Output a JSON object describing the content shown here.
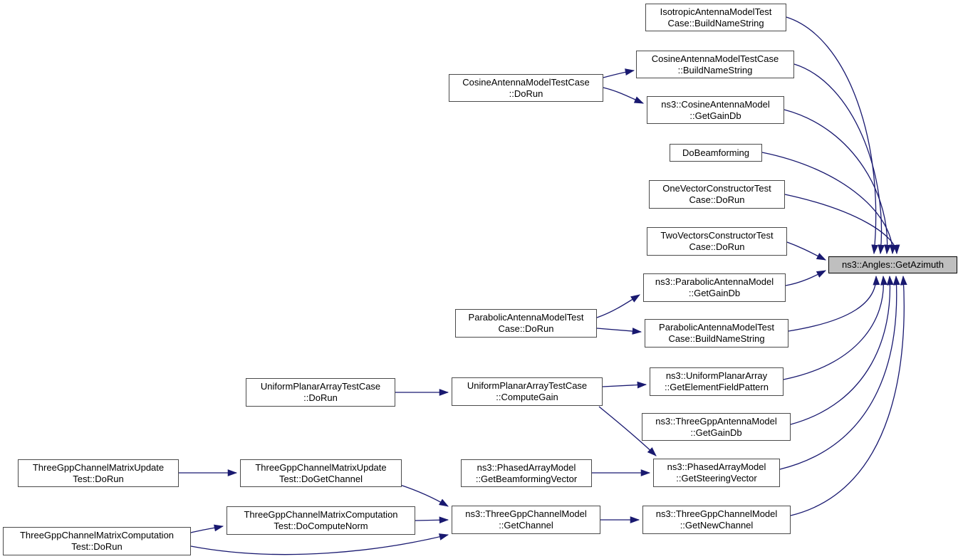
{
  "colors": {
    "background": "#ffffff",
    "edge_color": "#191970",
    "node_fill": "#ffffff",
    "node_border": "#4a4a4a",
    "highlight_fill": "#bfbfbf",
    "text_color": "#000000"
  },
  "graph": {
    "central_function": "ns3::Angles::GetAzimuth",
    "nodes": [
      {
        "id": "isotropic-buildnamestring",
        "label": "IsotropicAntennaModelTestCase::BuildNameString",
        "lines": [
          "IsotropicAntennaModelTest",
          "Case::BuildNameString"
        ]
      },
      {
        "id": "cosine-buildnamestring",
        "label": "CosineAntennaModelTestCase::BuildNameString",
        "lines": [
          "CosineAntennaModelTestCase",
          "::BuildNameString"
        ]
      },
      {
        "id": "cosine-dorun",
        "label": "CosineAntennaModelTestCase::DoRun",
        "lines": [
          "CosineAntennaModelTestCase",
          "::DoRun"
        ]
      },
      {
        "id": "cosine-getgaindb",
        "label": "ns3::CosineAntennaModel::GetGainDb",
        "lines": [
          "ns3::CosineAntennaModel",
          "::GetGainDb"
        ]
      },
      {
        "id": "dobeamforming",
        "label": "DoBeamforming",
        "lines": [
          "DoBeamforming"
        ]
      },
      {
        "id": "onevector-dorun",
        "label": "OneVectorConstructorTestCase::DoRun",
        "lines": [
          "OneVectorConstructorTest",
          "Case::DoRun"
        ]
      },
      {
        "id": "twovectors-dorun",
        "label": "TwoVectorsConstructorTestCase::DoRun",
        "lines": [
          "TwoVectorsConstructorTest",
          "Case::DoRun"
        ]
      },
      {
        "id": "angles-getazimuth",
        "label": "ns3::Angles::GetAzimuth",
        "lines": [
          "ns3::Angles::GetAzimuth"
        ],
        "highlighted": true
      },
      {
        "id": "parabolic-getgaindb",
        "label": "ns3::ParabolicAntennaModel::GetGainDb",
        "lines": [
          "ns3::ParabolicAntennaModel",
          "::GetGainDb"
        ]
      },
      {
        "id": "parabolic-dorun",
        "label": "ParabolicAntennaModelTestCase::DoRun",
        "lines": [
          "ParabolicAntennaModelTest",
          "Case::DoRun"
        ]
      },
      {
        "id": "parabolic-buildnamestring",
        "label": "ParabolicAntennaModelTestCase::BuildNameString",
        "lines": [
          "ParabolicAntennaModelTest",
          "Case::BuildNameString"
        ]
      },
      {
        "id": "upa-getelementfieldpattern",
        "label": "ns3::UniformPlanarArray::GetElementFieldPattern",
        "lines": [
          "ns3::UniformPlanarArray",
          "::GetElementFieldPattern"
        ]
      },
      {
        "id": "upa-dorun",
        "label": "UniformPlanarArrayTestCase::DoRun",
        "lines": [
          "UniformPlanarArrayTestCase",
          "::DoRun"
        ]
      },
      {
        "id": "upa-computegain",
        "label": "UniformPlanarArrayTestCase::ComputeGain",
        "lines": [
          "UniformPlanarArrayTestCase",
          "::ComputeGain"
        ]
      },
      {
        "id": "threegppantenna-getgaindb",
        "label": "ns3::ThreeGppAntennaModel::GetGainDb",
        "lines": [
          "ns3::ThreeGppAntennaModel",
          "::GetGainDb"
        ]
      },
      {
        "id": "matrixupdate-dorun",
        "label": "ThreeGppChannelMatrixUpdateTest::DoRun",
        "lines": [
          "ThreeGppChannelMatrixUpdate",
          "Test::DoRun"
        ]
      },
      {
        "id": "matrixupdate-dogetchannel",
        "label": "ThreeGppChannelMatrixUpdateTest::DoGetChannel",
        "lines": [
          "ThreeGppChannelMatrixUpdate",
          "Test::DoGetChannel"
        ]
      },
      {
        "id": "phasedarray-getbeamformingvector",
        "label": "ns3::PhasedArrayModel::GetBeamformingVector",
        "lines": [
          "ns3::PhasedArrayModel",
          "::GetBeamformingVector"
        ]
      },
      {
        "id": "phasedarray-getsteeringvector",
        "label": "ns3::PhasedArrayModel::GetSteeringVector",
        "lines": [
          "ns3::PhasedArrayModel",
          "::GetSteeringVector"
        ]
      },
      {
        "id": "matrixcomputation-docomputenorm",
        "label": "ThreeGppChannelMatrixComputationTest::DoComputeNorm",
        "lines": [
          "ThreeGppChannelMatrixComputation",
          "Test::DoComputeNorm"
        ]
      },
      {
        "id": "matrixcomputation-dorun",
        "label": "ThreeGppChannelMatrixComputationTest::DoRun",
        "lines": [
          "ThreeGppChannelMatrixComputation",
          "Test::DoRun"
        ]
      },
      {
        "id": "threegppchannel-getchannel",
        "label": "ns3::ThreeGppChannelModel::GetChannel",
        "lines": [
          "ns3::ThreeGppChannelModel",
          "::GetChannel"
        ]
      },
      {
        "id": "threegppchannel-getnewchannel",
        "label": "ns3::ThreeGppChannelModel::GetNewChannel",
        "lines": [
          "ns3::ThreeGppChannelModel",
          "::GetNewChannel"
        ]
      }
    ],
    "edges": [
      {
        "from": "isotropic-buildnamestring",
        "to": "angles-getazimuth"
      },
      {
        "from": "cosine-buildnamestring",
        "to": "angles-getazimuth"
      },
      {
        "from": "cosine-getgaindb",
        "to": "angles-getazimuth"
      },
      {
        "from": "dobeamforming",
        "to": "angles-getazimuth"
      },
      {
        "from": "onevector-dorun",
        "to": "angles-getazimuth"
      },
      {
        "from": "twovectors-dorun",
        "to": "angles-getazimuth"
      },
      {
        "from": "parabolic-getgaindb",
        "to": "angles-getazimuth"
      },
      {
        "from": "parabolic-buildnamestring",
        "to": "angles-getazimuth"
      },
      {
        "from": "upa-getelementfieldpattern",
        "to": "angles-getazimuth"
      },
      {
        "from": "threegppantenna-getgaindb",
        "to": "angles-getazimuth"
      },
      {
        "from": "phasedarray-getsteeringvector",
        "to": "angles-getazimuth"
      },
      {
        "from": "threegppchannel-getnewchannel",
        "to": "angles-getazimuth"
      },
      {
        "from": "cosine-dorun",
        "to": "cosine-buildnamestring"
      },
      {
        "from": "cosine-dorun",
        "to": "cosine-getgaindb"
      },
      {
        "from": "parabolic-dorun",
        "to": "parabolic-getgaindb"
      },
      {
        "from": "parabolic-dorun",
        "to": "parabolic-buildnamestring"
      },
      {
        "from": "upa-dorun",
        "to": "upa-computegain"
      },
      {
        "from": "upa-computegain",
        "to": "upa-getelementfieldpattern"
      },
      {
        "from": "upa-computegain",
        "to": "phasedarray-getsteeringvector"
      },
      {
        "from": "matrixupdate-dorun",
        "to": "matrixupdate-dogetchannel"
      },
      {
        "from": "matrixupdate-dogetchannel",
        "to": "threegppchannel-getchannel"
      },
      {
        "from": "phasedarray-getbeamformingvector",
        "to": "phasedarray-getsteeringvector"
      },
      {
        "from": "matrixcomputation-dorun",
        "to": "matrixcomputation-docomputenorm"
      },
      {
        "from": "matrixcomputation-docomputenorm",
        "to": "threegppchannel-getchannel"
      },
      {
        "from": "matrixcomputation-dorun",
        "to": "threegppchannel-getchannel"
      },
      {
        "from": "threegppchannel-getchannel",
        "to": "threegppchannel-getnewchannel"
      }
    ]
  }
}
